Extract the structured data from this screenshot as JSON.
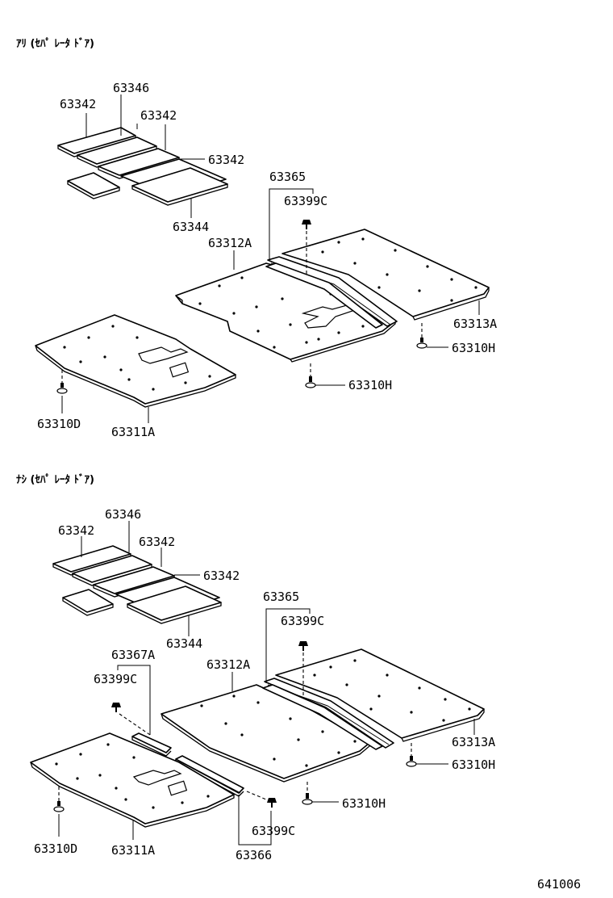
{
  "sections": [
    {
      "header": "ｱﾘ (ｾﾊﾟ ﾚｰﾀ ﾄﾞｱ)",
      "labels": {
        "p63346": "63346",
        "p63342a": "63342",
        "p63342b": "63342",
        "p63342c": "63342",
        "p63344": "63344",
        "p63365": "63365",
        "p63399c": "63399C",
        "p63312a": "63312A",
        "p63313a": "63313A",
        "p63310h_a": "63310H",
        "p63310h_b": "63310H",
        "p63310d": "63310D",
        "p63311a": "63311A"
      }
    },
    {
      "header": "ﾅｼ (ｾﾊﾟ ﾚｰﾀ ﾄﾞｱ)",
      "labels": {
        "p63346": "63346",
        "p63342a": "63342",
        "p63342b": "63342",
        "p63342c": "63342",
        "p63344": "63344",
        "p63365": "63365",
        "p63399c_a": "63399C",
        "p63367a": "63367A",
        "p63399c_b": "63399C",
        "p63312a": "63312A",
        "p63313a": "63313A",
        "p63310h_a": "63310H",
        "p63310h_b": "63310H",
        "p63310d": "63310D",
        "p63311a": "63311A",
        "p63399c_c": "63399C",
        "p63366": "63366"
      }
    }
  ],
  "footer": {
    "code": "641006"
  }
}
